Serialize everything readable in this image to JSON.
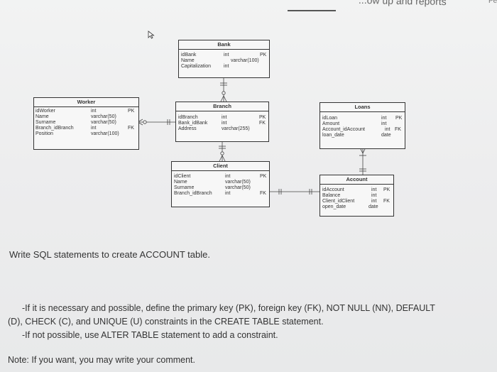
{
  "header": {
    "title_fragment": "...ow up and reports",
    "corner_fragment": "Pe"
  },
  "diagram": {
    "bank": {
      "title": "Bank",
      "rows": [
        {
          "name": "idBank",
          "type": "int",
          "key": "PK"
        },
        {
          "name": "Name",
          "type": "varchar(100)",
          "key": ""
        },
        {
          "name": "Capitalization",
          "type": "int",
          "key": ""
        }
      ]
    },
    "worker": {
      "title": "Worker",
      "rows": [
        {
          "name": "idWorker",
          "type": "int",
          "key": "PK"
        },
        {
          "name": "Name",
          "type": "varchar(50)",
          "key": ""
        },
        {
          "name": "Surname",
          "type": "varchar(50)",
          "key": ""
        },
        {
          "name": "Branch_idBranch",
          "type": "int",
          "key": "FK"
        },
        {
          "name": "Position",
          "type": "varchar(100)",
          "key": ""
        }
      ]
    },
    "branch": {
      "title": "Branch",
      "rows": [
        {
          "name": "idBranch",
          "type": "int",
          "key": "PK"
        },
        {
          "name": "Bank_idBank",
          "type": "int",
          "key": "FK"
        },
        {
          "name": "Address",
          "type": "varchar(255)",
          "key": ""
        }
      ]
    },
    "loans": {
      "title": "Loans",
      "rows": [
        {
          "name": "idLoan",
          "type": "int",
          "key": "PK"
        },
        {
          "name": "Amount",
          "type": "int",
          "key": ""
        },
        {
          "name": "Account_idAccount",
          "type": "int",
          "key": "FK"
        },
        {
          "name": "loan_date",
          "type": "date",
          "key": ""
        }
      ]
    },
    "client": {
      "title": "Client",
      "rows": [
        {
          "name": "idClient",
          "type": "int",
          "key": "PK"
        },
        {
          "name": "Name",
          "type": "varchar(50)",
          "key": ""
        },
        {
          "name": "Surname",
          "type": "varchar(50)",
          "key": ""
        },
        {
          "name": "Branch_idBranch",
          "type": "int",
          "key": "FK"
        }
      ]
    },
    "account": {
      "title": "Account",
      "rows": [
        {
          "name": "idAccount",
          "type": "int",
          "key": "PK"
        },
        {
          "name": "Balance",
          "type": "int",
          "key": ""
        },
        {
          "name": "Client_idClient",
          "type": "int",
          "key": "FK"
        },
        {
          "name": "open_date",
          "type": "date",
          "key": ""
        }
      ]
    }
  },
  "question": {
    "prompt": "Write SQL statements to create ACCOUNT table.",
    "line1": "-If it is necessary and possible, define the primary key (PK), foreign key (FK), NOT NULL (NN), DEFAULT",
    "line2": "(D), CHECK (C), and UNIQUE (U) constraints in the CREATE TABLE statement.",
    "line3": "-If not possible, use ALTER TABLE statement to add a constraint.",
    "note": "Note: If you want, you may write your comment."
  }
}
